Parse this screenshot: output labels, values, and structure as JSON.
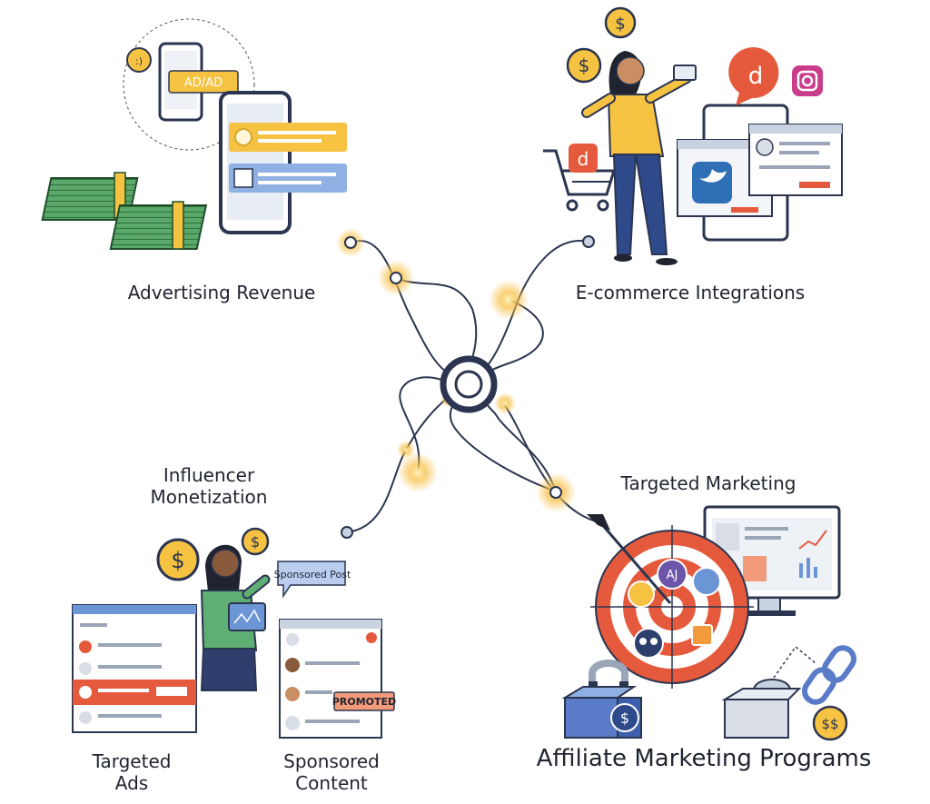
{
  "labels": {
    "advertising": "Advertising Revenue",
    "ecommerce": "E-commerce Integrations",
    "influencer": "Influencer Monetization",
    "targeted_marketing": "Targeted Marketing",
    "targeted_ads": "Targeted Ads",
    "sponsored_content": "Sponsored Content",
    "affiliate": "Affiliate Marketing Programs"
  },
  "badges": {
    "ad": "AD/AD",
    "sponsored_post": "Sponsored Post",
    "promoted": "PROMOTED",
    "dollar": "$",
    "double_dollar": "$$",
    "target_chip": "AJ"
  },
  "icons": {
    "hub": "hub-ring-icon",
    "cart": "shopping-cart-icon",
    "bird": "bird-social-icon",
    "camera": "camera-app-icon",
    "chain": "chain-link-icon",
    "magnet": "magnet-icon"
  },
  "colors": {
    "line": "#2b3550",
    "glow": "#f7b733",
    "accent_yellow": "#f5c242",
    "accent_red": "#e55a3c",
    "accent_blue": "#6c95d6",
    "money_green": "#4a9a5c"
  }
}
